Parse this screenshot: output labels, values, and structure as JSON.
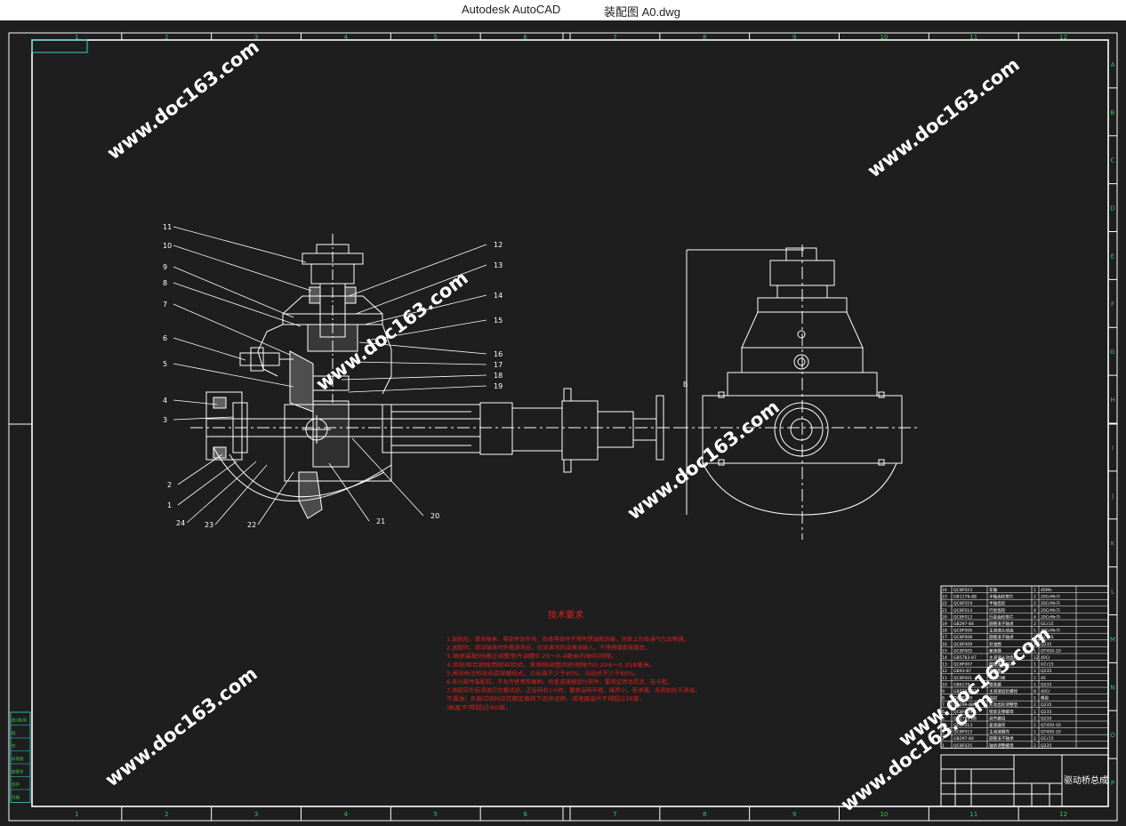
{
  "window": {
    "app_name": "Autodesk AutoCAD",
    "file_name": "装配图 A0.dwg"
  },
  "colors": {
    "background": "#1e1e1e",
    "frame": "#ffffff",
    "grid_ref": "#37c84a",
    "border_zone": "#3ad2d2",
    "notes": "#e02020",
    "watermark": "#ffffff",
    "leaders": "#ffffff"
  },
  "drawing": {
    "grid_columns": [
      "1",
      "2",
      "3",
      "4",
      "5",
      "6",
      "7",
      "8",
      "9",
      "10",
      "11",
      "12"
    ],
    "grid_rows": [
      "A",
      "B",
      "C",
      "D",
      "E",
      "F",
      "G",
      "H",
      "I",
      "J",
      "K",
      "L",
      "M",
      "N",
      "O",
      "P"
    ],
    "watermark": "www.doc163.com",
    "part_labels": [
      "1",
      "2",
      "3",
      "4",
      "5",
      "6",
      "7",
      "8",
      "9",
      "10",
      "11",
      "12",
      "13",
      "14",
      "15",
      "16",
      "17",
      "18",
      "19",
      "20",
      "21",
      "22",
      "23",
      "24"
    ],
    "section_mark": "B"
  },
  "tech_notes": {
    "title": "技术要求",
    "lines": [
      "1.装配前，清洗轴承、零部件及外壳，各类零部件不得有锈蚀和划痕，壳体上的各通气孔应畅通。",
      "2.装配时，滚动轴承内外圈清洗后，应涂清洁的润滑油装入，不得用锤直接敲击。",
      "3.轴承装配时通过调整垫片调整0.25～0.4毫米的轴向间隙。",
      "4.齿轮啮合侧隙用铅丝检验，其侧隙调整后的侧隙为0.204～0.318毫米。",
      "5.用涂色法检验齿面接触斑点，沿齿高不少于40%，沿齿长不少于60%。",
      "6.各分部件装配前，不允许使用铁屑刷，检查减速器组分部件，要保证转动灵活，无卡阻。",
      "7.装配完毕后须进行空载试验，正反转各1小时，要求运转平稳，噪声小，无渗漏，各密封处不渗油，",
      "  不漏油；负载试验时应在额定载荷下连续运转，减速器温升不得超过35度，",
      "  油温不得超过40度。"
    ]
  },
  "bom": {
    "rows": [
      [
        "24",
        "QC8F023",
        "车轴",
        "1",
        "45Mn"
      ],
      [
        "23",
        "GB1176-88",
        "半轴齿轮垫片",
        "2",
        "20CrMnTi"
      ],
      [
        "22",
        "QC8F019",
        "半轴齿轮",
        "2",
        "20CrMnTi"
      ],
      [
        "21",
        "QC8F014",
        "行星齿轮",
        "4",
        "20CrMnTi"
      ],
      [
        "20",
        "QC8F012",
        "行星齿轮垫片",
        "4",
        "20CrMnTi"
      ],
      [
        "19",
        "GB297-84",
        "圆锥滚子轴承",
        "2",
        "GCr15"
      ],
      [
        "18",
        "QC8F006",
        "主减速从动齿",
        "1",
        "20CrMnTi"
      ],
      [
        "17",
        "QC8F008",
        "圆锥滚子轴承",
        "1",
        "GCr15"
      ],
      [
        "16",
        "QC8F009",
        "封油圈",
        "1",
        "Q235"
      ],
      [
        "15",
        "QC8F005",
        "差速器",
        "1",
        "QT450-10"
      ],
      [
        "14",
        "GB5783-87",
        "主减速从动齿片",
        "12",
        "40Cr"
      ],
      [
        "13",
        "QC8F007",
        "圆锥滚子轴承",
        "1",
        "GCr15"
      ],
      [
        "12",
        "GB93-87",
        "调整垫",
        "1",
        "Q235"
      ],
      [
        "11",
        "QC8F001",
        "支撑凸缘",
        "1",
        "45"
      ],
      [
        "10",
        "GB6170",
        "锁紧螺",
        "1",
        "Q235"
      ],
      [
        "9",
        "GB5783-87",
        "主减速齿轮螺栓",
        "8",
        "40Cr"
      ],
      [
        "8",
        "QC8F009",
        "油封",
        "1",
        "橡胶"
      ],
      [
        "7",
        "GB299-88",
        "从动齿轮调整垫",
        "2",
        "Q235"
      ],
      [
        "6",
        "QC8F009",
        "锁紧支撑螺母",
        "1",
        "Q235"
      ],
      [
        "5",
        "GB2782-88",
        "调节螺母",
        "2",
        "Q235"
      ],
      [
        "4",
        "QC8F013",
        "差速器壳",
        "1",
        "QT450-10"
      ],
      [
        "3",
        "QC8F015",
        "主减速器壳",
        "1",
        "QT450-10"
      ],
      [
        "2",
        "GB297-84",
        "圆锥滚子轴承",
        "2",
        "GCr15"
      ],
      [
        "1",
        "QC8F025",
        "轴承调整螺母",
        "2",
        "Q235"
      ]
    ],
    "drawing_title": "驱动桥总成"
  },
  "left_block": {
    "labels": [
      "借(通)用",
      "描",
      "校",
      "旧底图",
      "底图号",
      "签字",
      "日期"
    ]
  }
}
